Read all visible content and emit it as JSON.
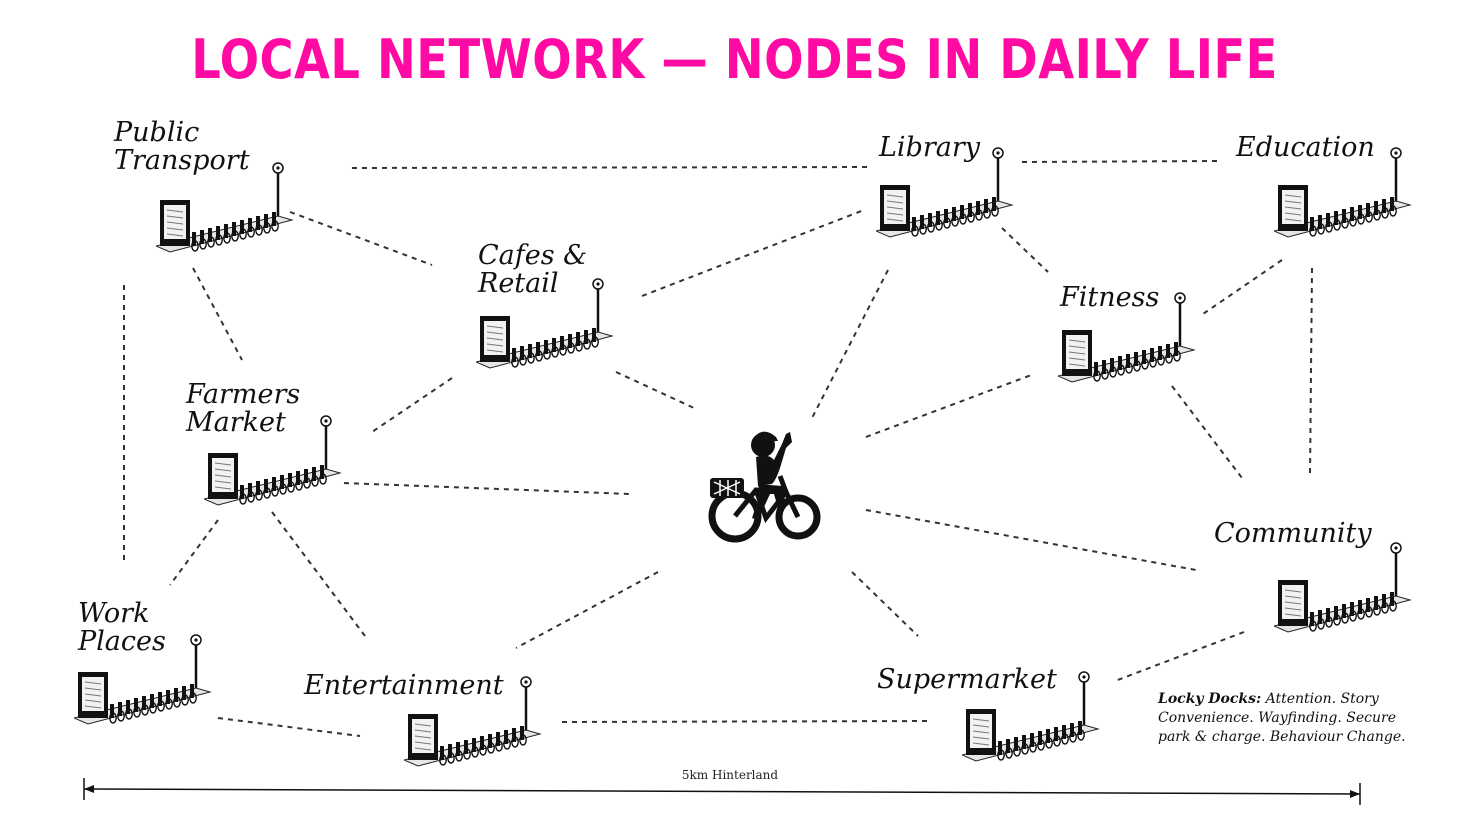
{
  "title": "LOCAL NETWORK — NODES IN DAILY LIFE",
  "colors": {
    "title": "#ff0aa3",
    "ink": "#111111",
    "line": "#333333"
  },
  "nodes": [
    {
      "id": "public-transport",
      "lines": [
        "Public",
        "Transport"
      ]
    },
    {
      "id": "cafes-retail",
      "lines": [
        "Cafes &",
        "Retail"
      ]
    },
    {
      "id": "farmers-market",
      "lines": [
        "Farmers",
        "Market"
      ]
    },
    {
      "id": "work-places",
      "lines": [
        "Work",
        "Places"
      ]
    },
    {
      "id": "entertainment",
      "lines": [
        "Entertainment"
      ]
    },
    {
      "id": "library",
      "lines": [
        "Library"
      ]
    },
    {
      "id": "education",
      "lines": [
        "Education"
      ]
    },
    {
      "id": "fitness",
      "lines": [
        "Fitness"
      ]
    },
    {
      "id": "community",
      "lines": [
        "Community"
      ]
    },
    {
      "id": "supermarket",
      "lines": [
        "Supermarket"
      ]
    }
  ],
  "center": {
    "icon": "cyclist-icon"
  },
  "legend": {
    "heading": "Locky Docks:",
    "text_1": " Attention. Story",
    "text_2": "Convenience. Wayfinding. Secure",
    "text_3": "park & charge. Behaviour Change."
  },
  "scale": {
    "label": "5km Hinterland"
  }
}
